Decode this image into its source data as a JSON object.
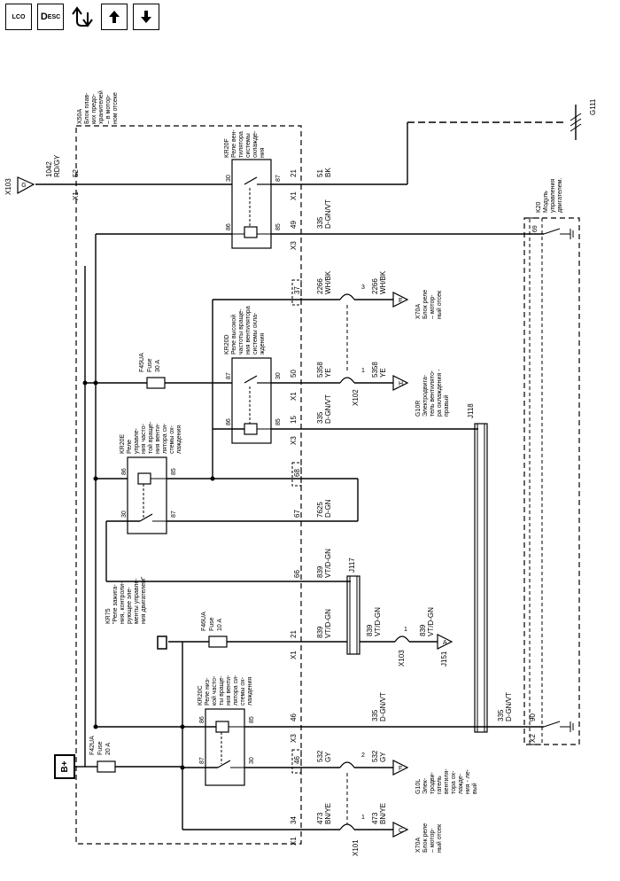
{
  "toolbar": {
    "loc": {
      "main": "L",
      "sub": "O",
      "sup": "C"
    },
    "desc": {
      "main": "D",
      "sub": "E",
      "sup": "SC"
    },
    "icons": [
      "loc-icon",
      "desc-icon",
      "swap-icon",
      "arrow-up-icon",
      "arrow-down-icon"
    ]
  },
  "labels": {
    "bplus": "B+",
    "f42ua": [
      "F42UA",
      "Fuse",
      "20 A"
    ],
    "f45ua": [
      "F45UA",
      "Fuse",
      "30 A"
    ],
    "f46ua": [
      "F46UA",
      "Fuse",
      "10 A"
    ],
    "x50a": [
      "X50A",
      "Блок плав-",
      "ких предо-",
      "хранителей",
      "– в мотор-",
      "ном отсеке"
    ],
    "kr20f": [
      "KR20F",
      "Реле вен-",
      "тилятора",
      "системы",
      "охлажде-",
      "ния"
    ],
    "kr20d": [
      "KR20D",
      "Реле высокой",
      "частоты враще-",
      "ния вентилятора",
      "системы охла-",
      "ждения"
    ],
    "kr20e": [
      "KR20E",
      "Реле",
      "управле-",
      "ния часто-",
      "той враще-",
      "ния венти-",
      "лятора си-",
      "стемы ох-",
      "лаждения"
    ],
    "kr20c": [
      "KR20C",
      "Реле низ-",
      "кой часто-",
      "ты враще-",
      "ния венти-",
      "лятора си-",
      "стемы ох-",
      "лаждения"
    ],
    "kr75": [
      "KR75",
      "\"Реле зажига-",
      "ния, контроли-",
      "рующее эле-",
      "менты управле-",
      "ния двигателем\""
    ],
    "k20": [
      "K20",
      "Модуль",
      "управления",
      "двигателем."
    ],
    "x103": "X103",
    "x103g": "G",
    "wire1042": [
      "1042",
      "RD/GY"
    ],
    "x1_52": [
      "X1",
      "52"
    ],
    "g111": "G111",
    "w51": [
      "51",
      "BK"
    ],
    "x1_21a": [
      "X1",
      "21"
    ],
    "w335a": [
      "335",
      "D-GN/VT"
    ],
    "x3_49": [
      "X3",
      "49"
    ],
    "pin69": "69",
    "pin37": "37",
    "w2266": [
      "2266",
      "WH/BK"
    ],
    "w2266b": [
      "2266",
      "WH/BK"
    ],
    "pin3": "3",
    "x70a_e": [
      "X70A",
      "Блок реле",
      "– мотор-",
      "ный отсек"
    ],
    "tri_e": "E",
    "x1_50": [
      "X1",
      "50"
    ],
    "w5358": [
      "5358",
      "YE"
    ],
    "w5358b": [
      "5358",
      "YE"
    ],
    "x102": "X102",
    "pin1a": "1",
    "tri_h": "H",
    "g10r": [
      "G10R",
      "Электродвига-",
      "тель вентилято-",
      "ра охлаждения -",
      "правый"
    ],
    "x3_15": [
      "X3",
      "15"
    ],
    "w335b": [
      "335",
      "D-GN/VT"
    ],
    "j118": "J118",
    "pin68": "68",
    "pin67": "67",
    "w7625": [
      "7625",
      "D-GN"
    ],
    "pin66": "66",
    "w839a": [
      "839",
      "VT/D-GN"
    ],
    "j117": "J117",
    "x1_21b": [
      "X1",
      "21"
    ],
    "w839b": [
      "839",
      "VT/D-GN"
    ],
    "w839c": [
      "839",
      "VT/D-GN"
    ],
    "w839d": [
      "839",
      "VT/D-GN"
    ],
    "pin1b": "1",
    "x103b": "X103",
    "tri_a": "A",
    "j151": "J151",
    "x3_46": [
      "X3",
      "46"
    ],
    "w335c": [
      "335",
      "D-GN/VT"
    ],
    "w335d": [
      "335",
      "D-GN/VT"
    ],
    "x2_90": [
      "X2",
      "90"
    ],
    "pin46": "46",
    "w532": [
      "532",
      "GY"
    ],
    "w532b": [
      "532",
      "GY"
    ],
    "pin2": "2",
    "tri_f": "F",
    "g10l": [
      "G10L",
      "Элек-",
      "тродви-",
      "гатель",
      "вентиля-",
      "тора ох-",
      "лажде-",
      "ния - ле-",
      "вый"
    ],
    "x1_34": [
      "X1",
      "34"
    ],
    "w473": [
      "473",
      "BN/YE"
    ],
    "w473b": [
      "473",
      "BN/YE"
    ],
    "pin1c": "1",
    "x101": "X101",
    "tri_c": "C",
    "x70a_c": [
      "X70A",
      "Блок реле",
      "– мотор-",
      "ный отсек"
    ],
    "p30": "30",
    "p87": "87",
    "p86": "86",
    "p85": "85"
  }
}
